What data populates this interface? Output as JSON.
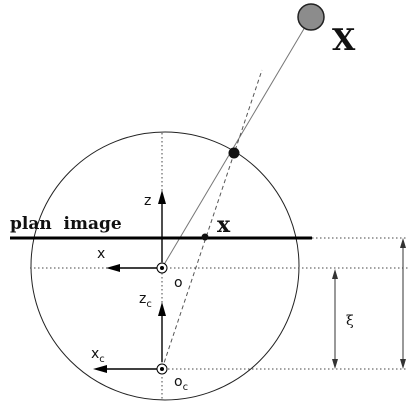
{
  "labels": {
    "world_point": "X",
    "image_point": "x",
    "plane": "plan  image",
    "axis_x": "x",
    "axis_z": "z",
    "origin": "o",
    "axis_zc_main": "z",
    "axis_zc_sub": "c",
    "axis_xc_main": "x",
    "axis_xc_sub": "c",
    "origin_c_main": "o",
    "origin_c_sub": "c",
    "offset": "ξ"
  },
  "colors": {
    "stroke": "#111111",
    "world_point_fill": "#8c8c8c",
    "dashed": "#555555",
    "ray": "#777777"
  }
}
